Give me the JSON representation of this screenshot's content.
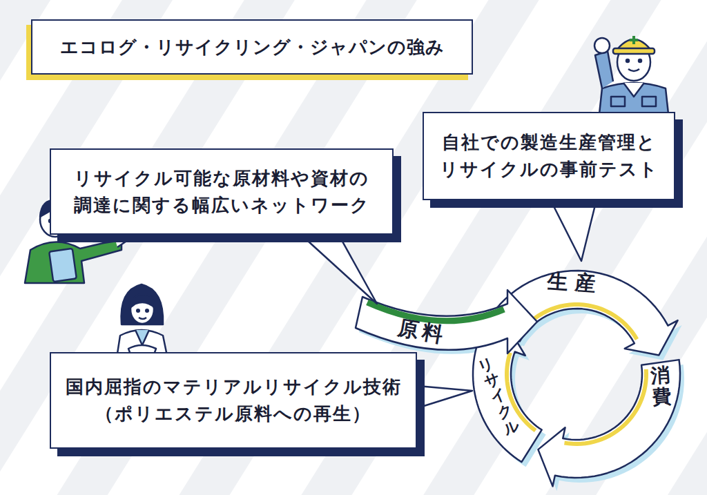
{
  "diagram": {
    "title": "エコログ・リサイクリング・ジャパンの強み",
    "nodes": [
      {
        "text": [
          "リサイクル可能な原材料や資材の 調達に関する幅広いネットワーク"
        ]
      },
      {
        "text": [
          "自社での製造生産管理と リサイクルの事前テスト"
        ]
      },
      {
        "text": [
          "国内屈指のマテリアルリサイクル技術 （ポリエステル原料への再生）"
        ]
      }
    ],
    "labels": [
      "原料",
      "生産",
      "消費",
      "リサイクル"
    ]
  }
}
